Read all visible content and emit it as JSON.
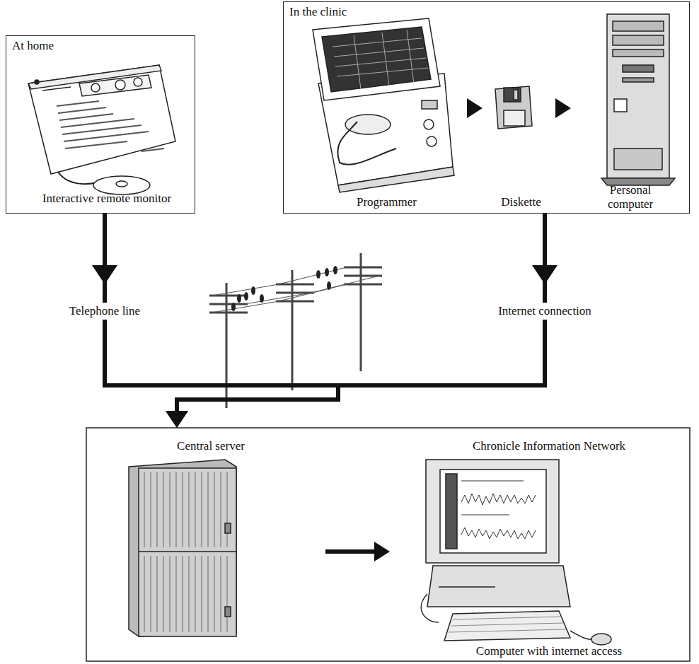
{
  "diagram": {
    "nodes": [
      {
        "text": [
          "At home"
        ]
      },
      {
        "text": [
          "Interactive remote monitor"
        ],
        "in": 0
      },
      {
        "text": [
          "In the clinic"
        ]
      },
      {
        "text": [
          "Programmer"
        ],
        "in": 2
      },
      {
        "text": [
          "Diskette"
        ],
        "in": 2
      },
      {
        "text": [
          "Personal computer"
        ],
        "in": 2
      },
      {
        "text": [
          "Central server"
        ]
      },
      {
        "text": [
          "Chronicle Information Network",
          "Computer with internet access"
        ]
      }
    ],
    "edges": [
      {
        "from": 3,
        "to": 4,
        "arrow": "to"
      },
      {
        "from": 4,
        "to": 5,
        "arrow": "to"
      },
      {
        "from": 0,
        "to": 6,
        "label": "Telephone line",
        "arrow": "to"
      },
      {
        "from": 2,
        "to": 6,
        "label": "Internet connection",
        "arrow": "to"
      },
      {
        "from": 6,
        "to": 7,
        "arrow": "to"
      }
    ]
  }
}
